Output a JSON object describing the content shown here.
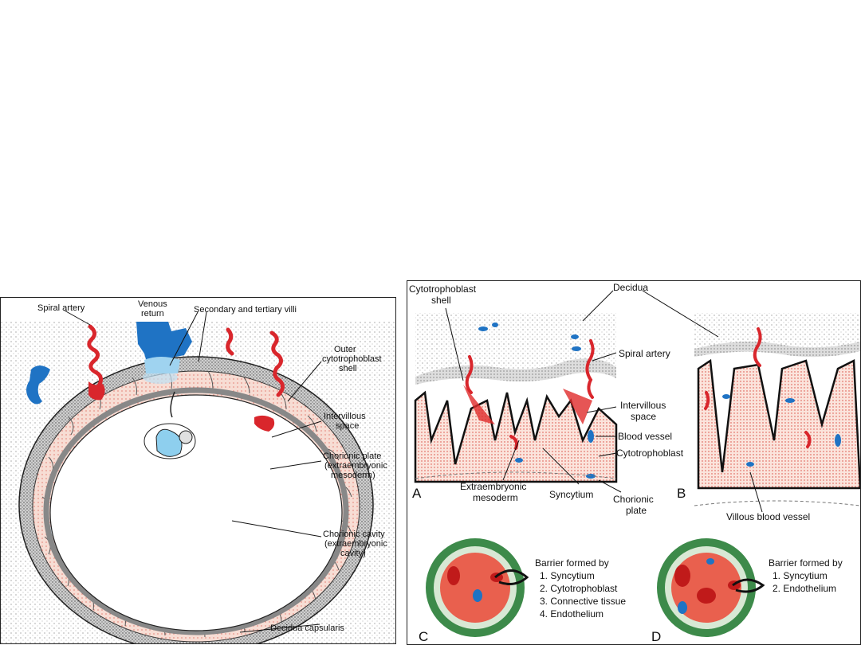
{
  "left_figure": {
    "labels": {
      "spiral_artery": "Spiral artery",
      "venous_return_1": "Venous",
      "venous_return_2": "return",
      "villi": "Secondary and tertiary villi",
      "outer_shell_1": "Outer",
      "outer_shell_2": "cytotrophoblast",
      "outer_shell_3": "shell",
      "intervillous_1": "Intervillous",
      "intervillous_2": "space",
      "chorionic_plate_1": "Chorionic plate",
      "chorionic_plate_2": "(extraembryonic",
      "chorionic_plate_3": "mesoderm)",
      "chorionic_cavity_1": "Chorionic cavity",
      "chorionic_cavity_2": "(extraembryonic",
      "chorionic_cavity_3": "cavity)",
      "decidua_capsularis": "Decidua capsularis"
    }
  },
  "right_figure": {
    "labels": {
      "cyto_shell_1": "Cytotrophoblast",
      "cyto_shell_2": "shell",
      "decidua": "Decidua",
      "spiral_artery": "Spiral artery",
      "intervillous_1": "Intervillous",
      "intervillous_2": "space",
      "blood_vessel": "Blood vessel",
      "cytotrophoblast": "Cytotrophoblast",
      "extraembryonic_1": "Extraembryonic",
      "extraembryonic_2": "mesoderm",
      "syncytium": "Syncytium",
      "chorionic_plate_1": "Chorionic",
      "chorionic_plate_2": "plate",
      "villous_blood_vessel": "Villous blood vessel",
      "panel_a": "A",
      "panel_b": "B",
      "panel_c": "C",
      "panel_d": "D"
    },
    "barrier_c": {
      "title": "Barrier formed by",
      "items": [
        "1. Syncytium",
        "2. Cytotrophoblast",
        "3. Connective tissue",
        "4. Endothelium"
      ]
    },
    "barrier_d": {
      "title": "Barrier formed by",
      "items": [
        "1. Syncytium",
        "2. Endothelium"
      ]
    }
  },
  "colors": {
    "artery_red": "#d9262c",
    "vein_blue": "#1f73c4",
    "light_blue": "#9fd3f0",
    "pink": "#f6d6cc",
    "villus_green": "#3d8a4a",
    "villus_core": "#e9604e"
  }
}
